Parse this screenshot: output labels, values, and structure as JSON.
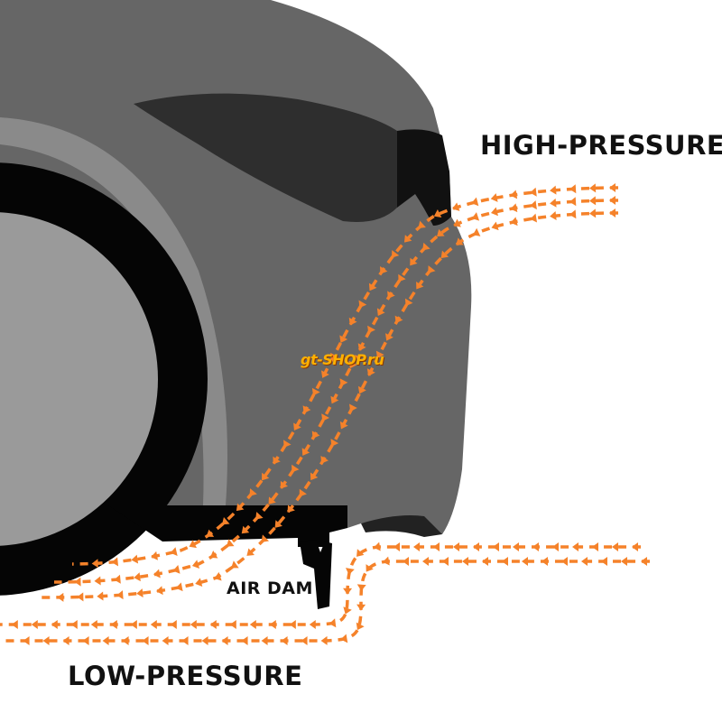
{
  "labels": {
    "high_pressure": "HIGH-PRESSURE",
    "low_pressure": "LOW-PRESSURE",
    "air_dam": "AIR DAM"
  },
  "logo": {
    "text": "gt-SHOP.ru"
  },
  "colors": {
    "body": "#666666",
    "body_dark": "#3a3a3a",
    "tire": "#050505",
    "rim": "#9a9a9a",
    "arch": "#8a8a8a",
    "airflow": "#f5822a",
    "logo": "#ffb000"
  }
}
